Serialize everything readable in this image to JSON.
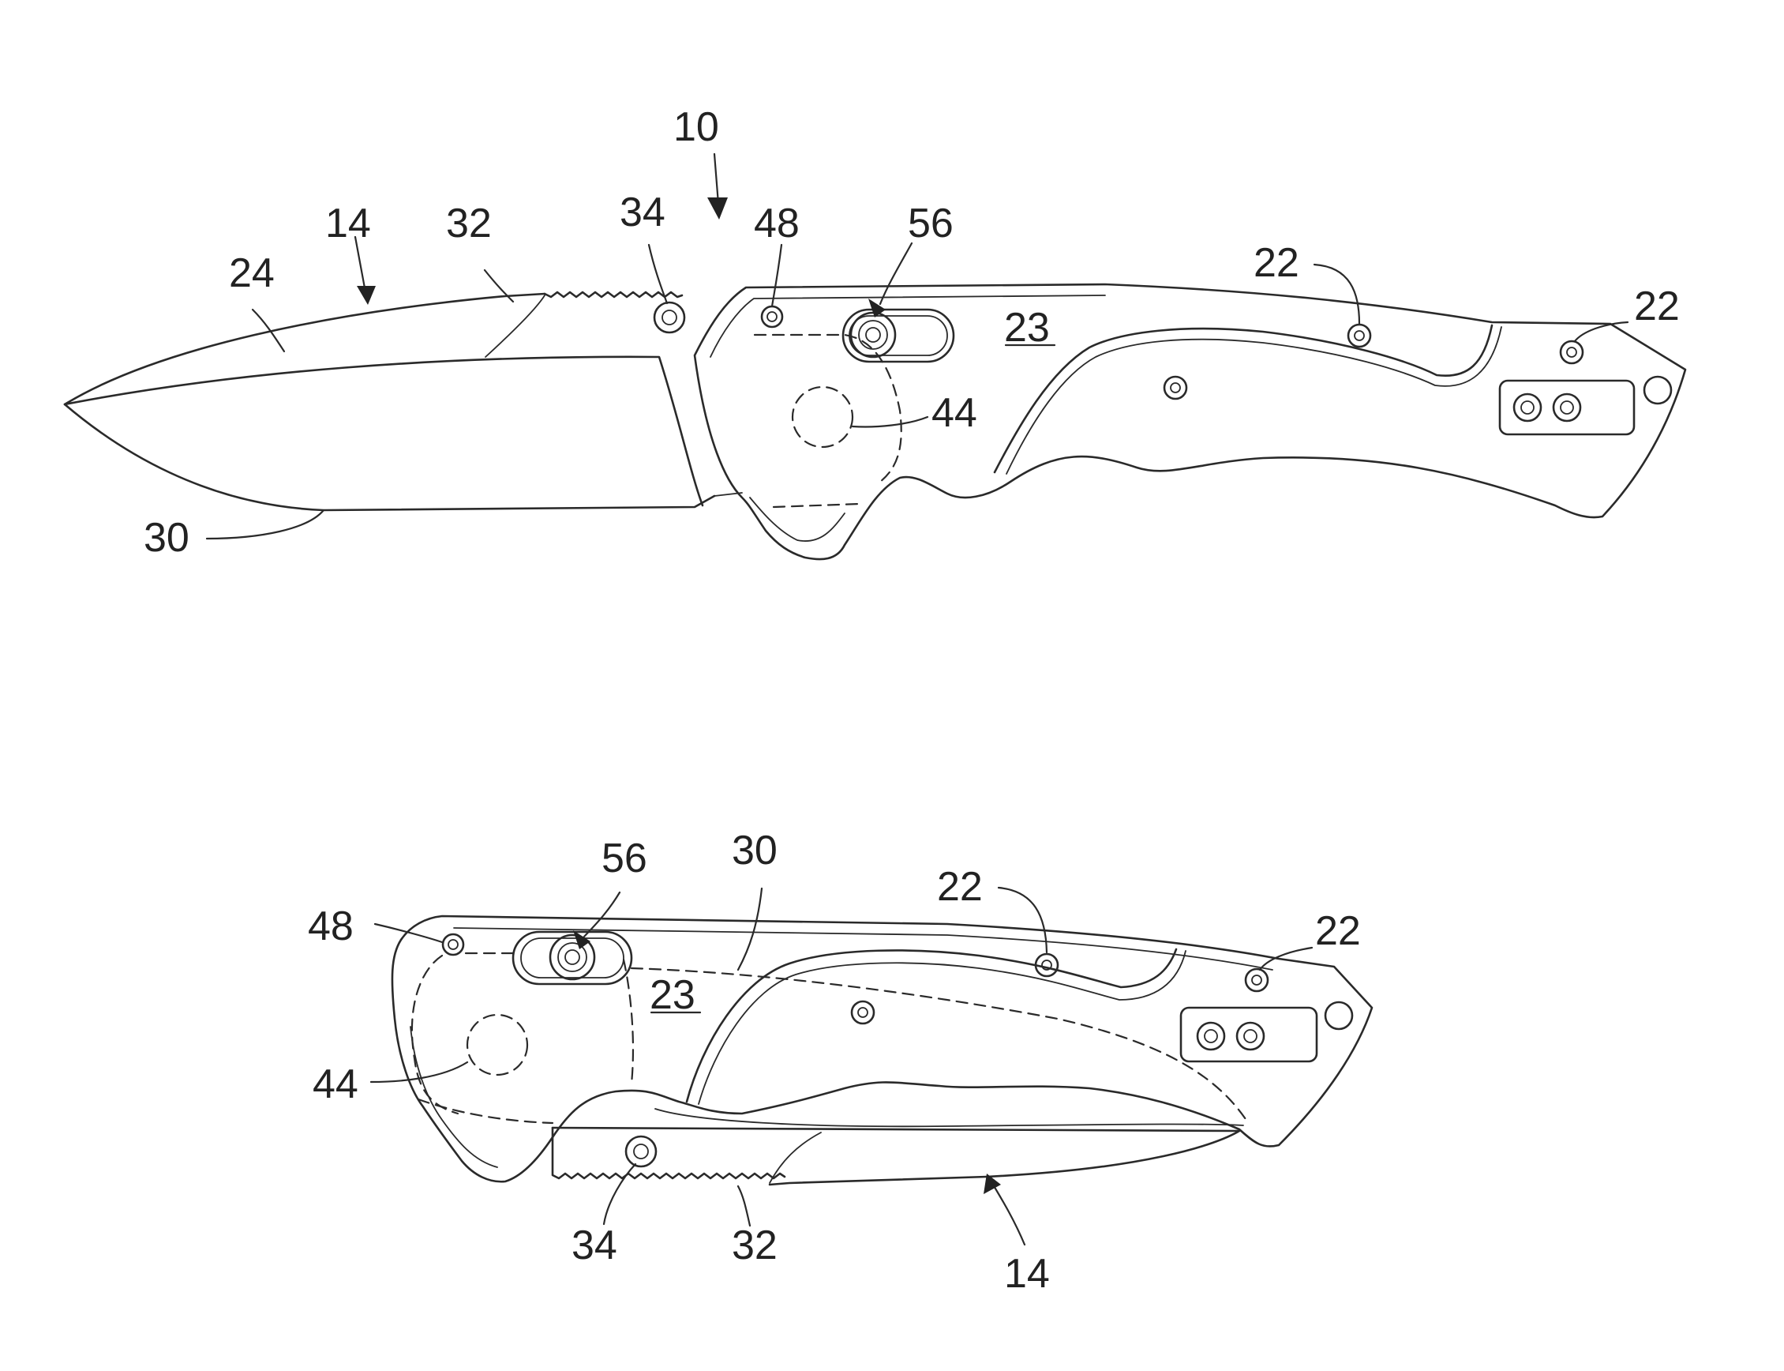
{
  "figure": {
    "top_view": {
      "labels": {
        "ref_10": "10",
        "ref_14": "14",
        "ref_32": "32",
        "ref_34": "34",
        "ref_48": "48",
        "ref_56": "56",
        "ref_24": "24",
        "ref_22_a": "22",
        "ref_22_b": "22",
        "ref_23": "23",
        "ref_44": "44",
        "ref_30": "30"
      }
    },
    "bottom_view": {
      "labels": {
        "ref_56": "56",
        "ref_30": "30",
        "ref_22_a": "22",
        "ref_22_b": "22",
        "ref_48": "48",
        "ref_23": "23",
        "ref_44": "44",
        "ref_34": "34",
        "ref_32": "32",
        "ref_14": "14"
      }
    }
  }
}
